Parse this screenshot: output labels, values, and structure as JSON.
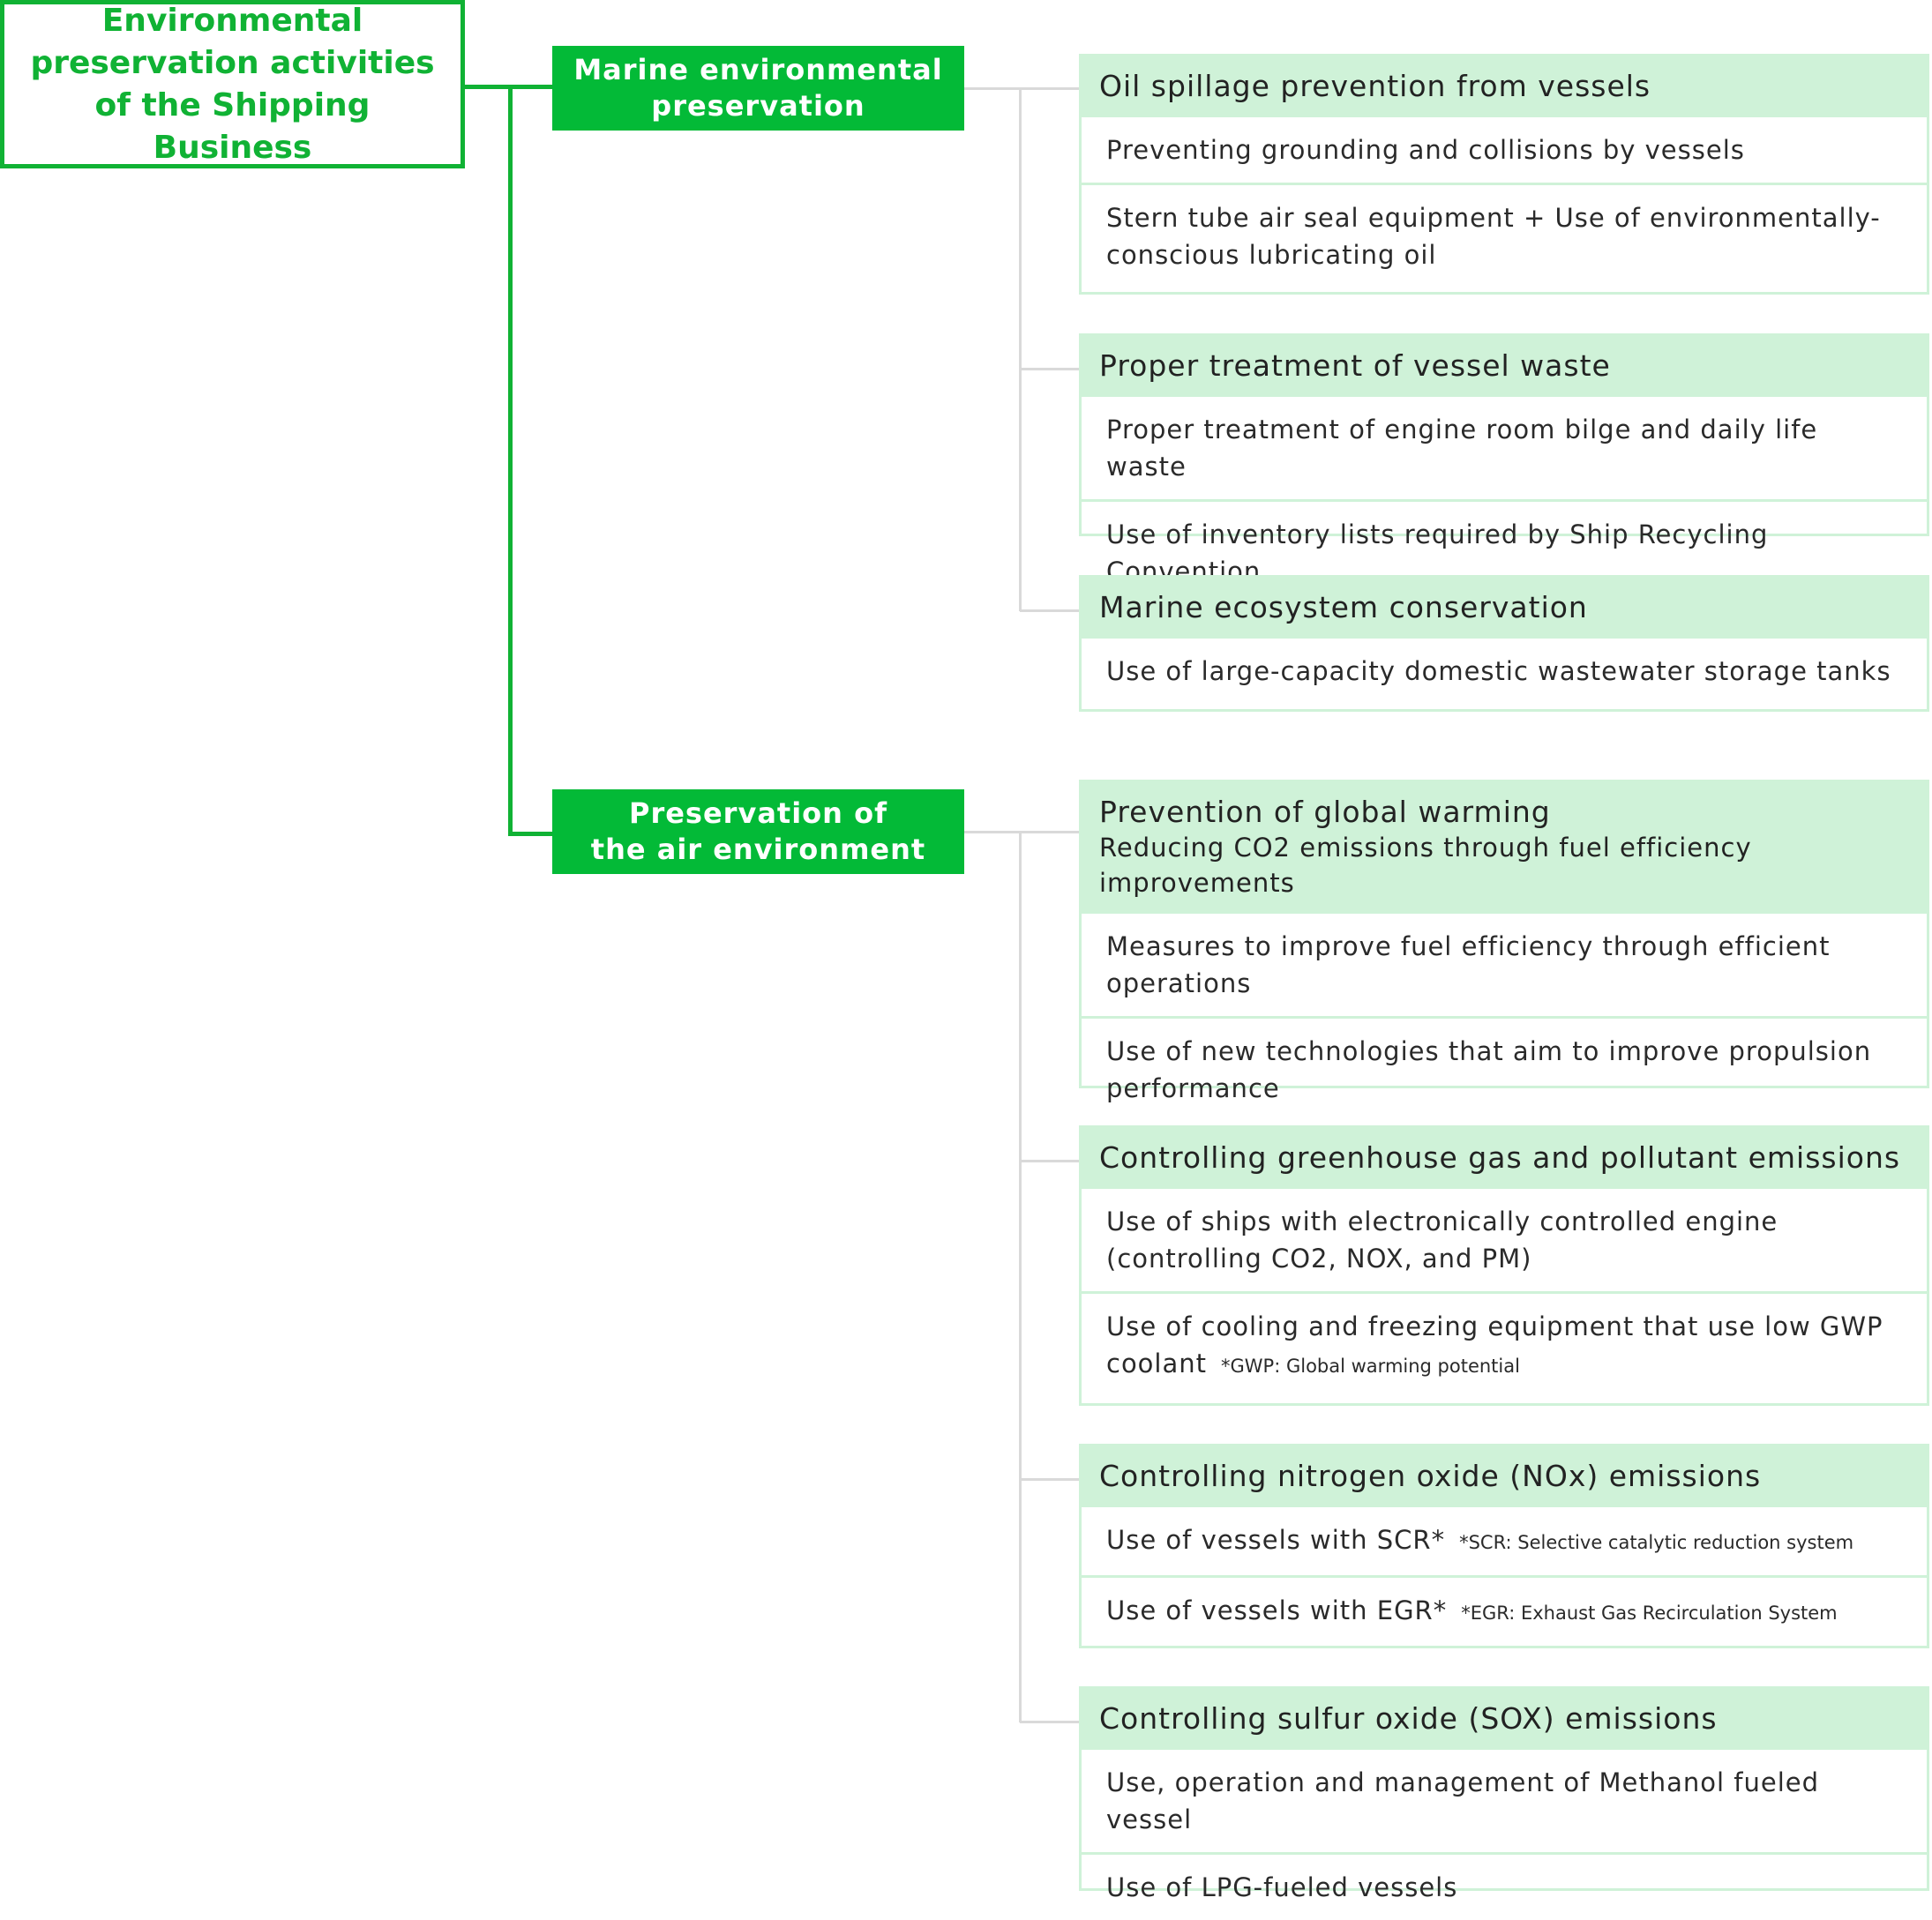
{
  "root": {
    "title": "Environmental\npreservation activities\nof the Shipping Business"
  },
  "categories": [
    {
      "label": "Marine environmental\npreservation",
      "groups": [
        {
          "title": "Oil spillage prevention from vessels",
          "items": [
            {
              "text": "Preventing grounding and collisions by vessels"
            },
            {
              "text": "Stern tube air seal equipment + Use of environmentally-conscious lubricating oil"
            }
          ]
        },
        {
          "title": "Proper treatment of vessel waste",
          "items": [
            {
              "text": "Proper treatment of engine room bilge and daily life waste"
            },
            {
              "text": "Use of inventory lists required by Ship Recycling Convention"
            }
          ]
        },
        {
          "title": "Marine ecosystem conservation",
          "items": [
            {
              "text": "Use of large-capacity domestic wastewater storage tanks"
            }
          ]
        }
      ]
    },
    {
      "label": "Preservation of\nthe air environment",
      "groups": [
        {
          "title": "Prevention of global warming",
          "subtitle": "Reducing CO2 emissions through fuel efficiency improvements",
          "items": [
            {
              "text": "Measures to improve fuel efficiency through efficient operations"
            },
            {
              "text": "Use of new technologies that aim to improve propulsion performance"
            }
          ]
        },
        {
          "title": "Controlling greenhouse gas and pollutant emissions",
          "items": [
            {
              "text": "Use of ships with electronically controlled engine (controlling CO2, NOX, and PM)"
            },
            {
              "text": "Use of cooling and freezing equipment that use low GWP coolant",
              "note": "*GWP: Global warming potential"
            }
          ]
        },
        {
          "title": "Controlling nitrogen oxide (NOx) emissions",
          "items": [
            {
              "text": "Use of vessels with SCR*",
              "note": "*SCR: Selective catalytic reduction system"
            },
            {
              "text": "Use of vessels with EGR*",
              "note": "*EGR: Exhaust Gas Recirculation System"
            }
          ]
        },
        {
          "title": "Controlling sulfur oxide (SOX) emissions",
          "items": [
            {
              "text": "Use, operation and management of Methanol fueled vessel"
            },
            {
              "text": "Use of LPG-fueled vessels"
            }
          ]
        }
      ]
    }
  ]
}
